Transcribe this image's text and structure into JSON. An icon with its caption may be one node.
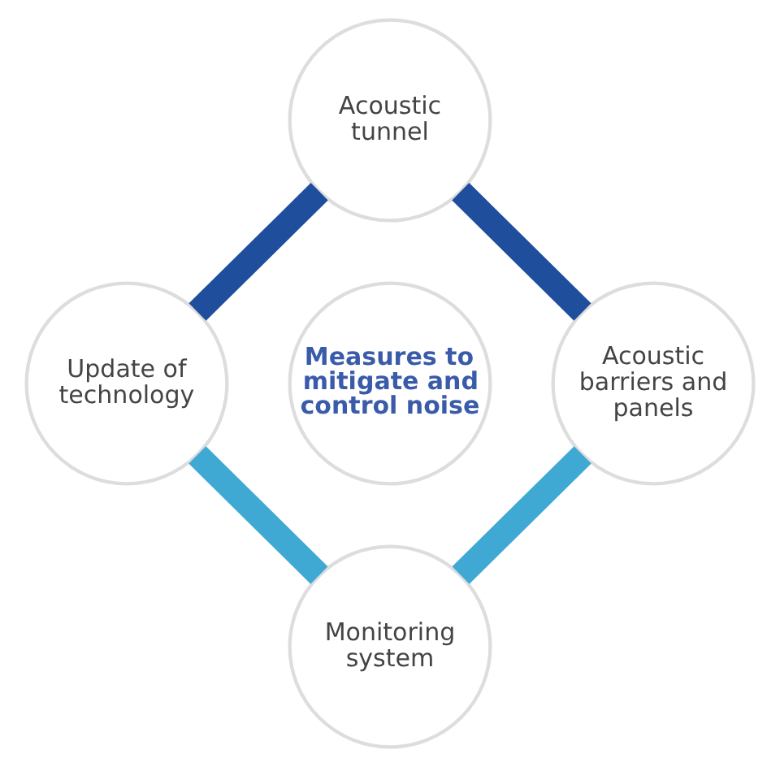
{
  "diagram": {
    "nodes": [
      {
        "text": [
          "Acoustic tunnel"
        ]
      },
      {
        "text": [
          "Update of technology"
        ]
      },
      {
        "text": [
          "Measures to mitigate and control noise"
        ]
      },
      {
        "text": [
          "Acoustic barriers and panels"
        ]
      },
      {
        "text": [
          "Monitoring system"
        ]
      }
    ],
    "edges": [
      {
        "from": 0,
        "to": 1,
        "arrow": "none",
        "color": "#1f4e9c"
      },
      {
        "from": 0,
        "to": 3,
        "arrow": "none",
        "color": "#1f4e9c"
      },
      {
        "from": 1,
        "to": 4,
        "arrow": "none",
        "color": "#3fa9d4"
      },
      {
        "from": 3,
        "to": 4,
        "arrow": "none",
        "color": "#3fa9d4"
      }
    ]
  }
}
